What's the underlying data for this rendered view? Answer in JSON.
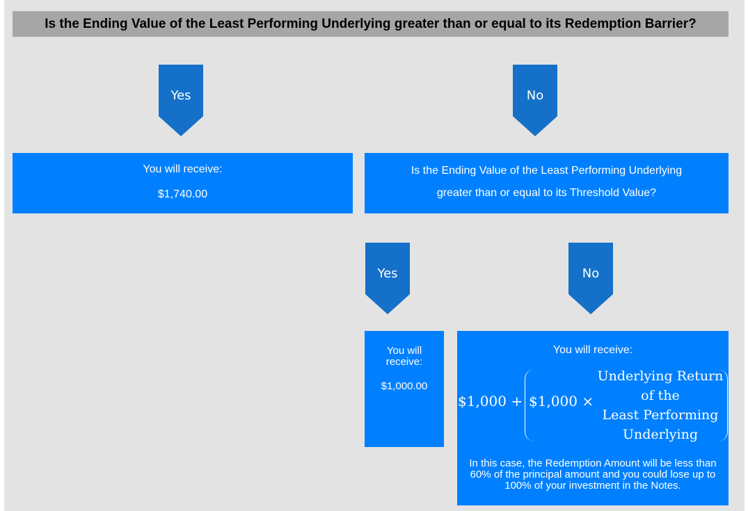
{
  "title": "Is the Ending Value of the Least Performing Underlying greater than or equal to its Redemption Barrier?",
  "branch1": {
    "yes_label": "Yes",
    "no_label": "No",
    "yes_box": {
      "line1": "You will receive:",
      "amount": "$1,740.00"
    },
    "no_box": {
      "line1": "Is the Ending Value of the Least Performing Underlying",
      "line2": "greater than or equal to its Threshold Value?"
    }
  },
  "branch2": {
    "yes_label": "Yes",
    "no_label": "No",
    "yes_box": {
      "line1": "You will",
      "line2": "receive:",
      "amount": "$1,000.00"
    },
    "no_box": {
      "heading": "You will receive:",
      "formula": {
        "term1": "$1,000 +",
        "term2": "$1,000 ×",
        "fraction_lines": [
          "Underlying Return",
          "of the",
          "Least Performing",
          "Underlying"
        ]
      },
      "note_lines": [
        "In this case, the Redemption Amount will be less than",
        "60% of the principal amount and you could lose up to",
        "100% of your investment in the Notes."
      ]
    }
  },
  "colors": {
    "box": "#0080ff",
    "arrow": "#1470c8",
    "title_bar": "#a6a6a6",
    "background": "#e3e3e3"
  }
}
